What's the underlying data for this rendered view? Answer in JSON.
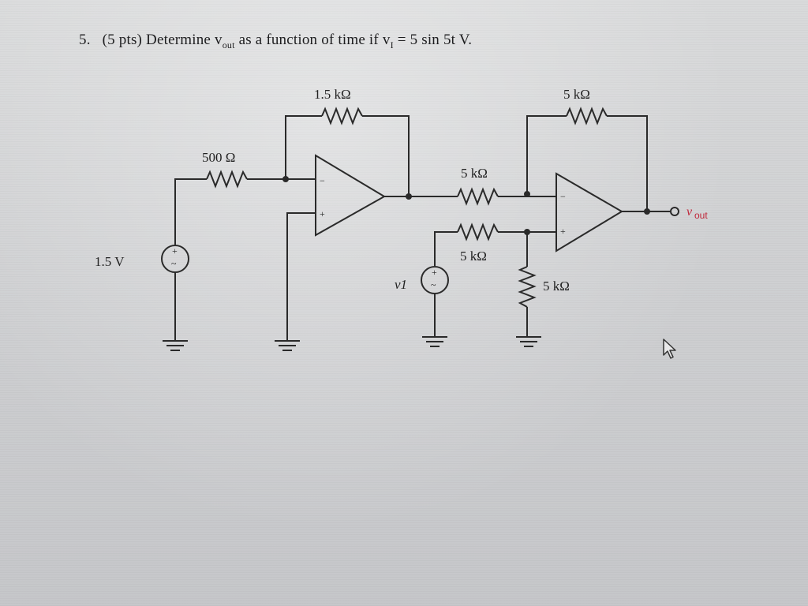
{
  "question": {
    "number": "5.",
    "points": "(5 pts)",
    "text_before": "Determine v",
    "vout_sub": "out",
    "text_mid": " as a function of time if v",
    "vi_sub": "I",
    "text_end": " = 5 sin 5t V."
  },
  "circuit": {
    "r_feedback_1": "1.5 kΩ",
    "r_input_1": "500 Ω",
    "source_1": "1.5 V",
    "r_feedback_2": "5 kΩ",
    "r_input_2": "5 kΩ",
    "r_input_3": "5 kΩ",
    "r_ground": "5 kΩ",
    "source_2": "v1",
    "source_2_sub": "1",
    "output_label": "v",
    "output_sub": "out",
    "plus_sign": "+",
    "minus_sign": "−",
    "tilde": "~"
  },
  "colors": {
    "output_label": "#c0273a",
    "wire": "#2a2a2a"
  },
  "icons": [
    "ground-icon",
    "ac-source-icon",
    "cursor-icon"
  ]
}
